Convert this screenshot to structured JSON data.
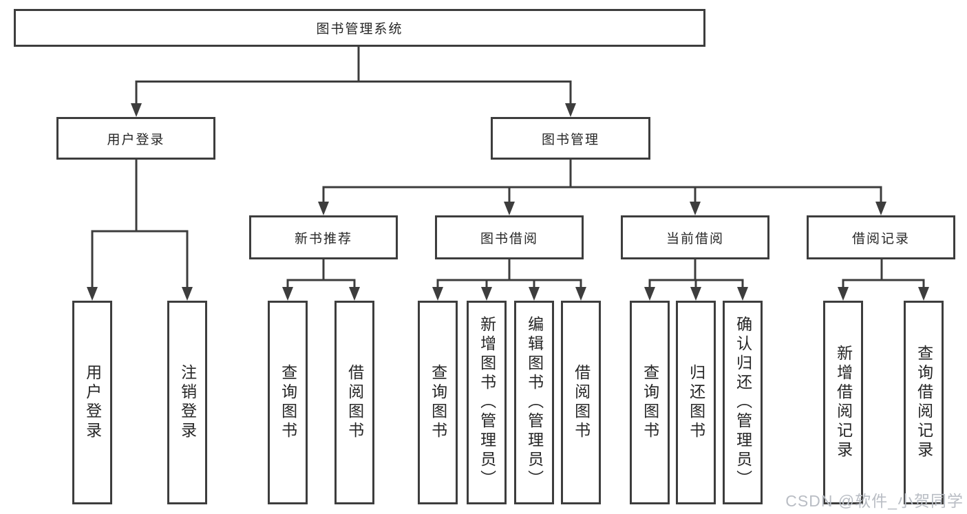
{
  "tree": {
    "root": {
      "label": "图书管理系统"
    },
    "branches": [
      {
        "label": "用户登录",
        "children": [
          {
            "label": "用户登录"
          },
          {
            "label": "注销登录"
          }
        ]
      },
      {
        "label": "图书管理",
        "children": [
          {
            "label": "新书推荐",
            "children": [
              {
                "label": "查询图书"
              },
              {
                "label": "借阅图书"
              }
            ]
          },
          {
            "label": "图书借阅",
            "children": [
              {
                "label": "查询图书"
              },
              {
                "label": "新增图书（管理员）"
              },
              {
                "label": "编辑图书（管理员）"
              },
              {
                "label": "借阅图书"
              }
            ]
          },
          {
            "label": "当前借阅",
            "children": [
              {
                "label": "查询图书"
              },
              {
                "label": "归还图书"
              },
              {
                "label": "确认归还（管理员）"
              }
            ]
          },
          {
            "label": "借阅记录",
            "children": [
              {
                "label": "新增借阅记录"
              },
              {
                "label": "查询借阅记录"
              }
            ]
          }
        ]
      }
    ]
  },
  "watermark": {
    "text": "CSDN @软件_小贺同学"
  },
  "colors": {
    "line": "#3d3d3d",
    "text": "#262626",
    "background": "#ffffff",
    "watermark": "#b9bdc4"
  }
}
